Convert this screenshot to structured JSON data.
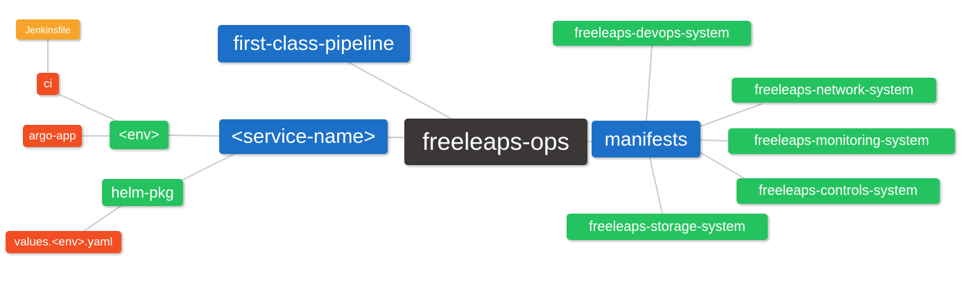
{
  "diagram": {
    "type": "mindmap",
    "colors": {
      "root_node": "#3b3737",
      "primary_node": "#1d70c8",
      "green_node": "#25c35f",
      "red_node": "#f24e23",
      "orange_node": "#f7a52a",
      "edge": "#cccccc",
      "node_text": "#ffffff",
      "background": "#ffffff"
    },
    "nodes": {
      "root": {
        "label": "freeleaps-ops"
      },
      "first_class_pipeline": {
        "label": "first-class-pipeline"
      },
      "service_name": {
        "label": "<service-name>"
      },
      "env": {
        "label": "<env>"
      },
      "ci": {
        "label": "ci"
      },
      "jenkinsfile": {
        "label": "Jenkinsfile"
      },
      "argo_app": {
        "label": "argo-app"
      },
      "helm_pkg": {
        "label": "helm-pkg"
      },
      "values_env_yaml": {
        "label": "values.<env>.yaml"
      },
      "manifests": {
        "label": "manifests"
      },
      "devops_system": {
        "label": "freeleaps-devops-system"
      },
      "network_system": {
        "label": "freeleaps-network-system"
      },
      "monitoring_system": {
        "label": "freeleaps-monitoring-system"
      },
      "controls_system": {
        "label": "freeleaps-controls-system"
      },
      "storage_system": {
        "label": "freeleaps-storage-system"
      }
    },
    "edges": [
      {
        "from": "jenkinsfile",
        "to": "ci"
      },
      {
        "from": "ci",
        "to": "env"
      },
      {
        "from": "argo_app",
        "to": "env"
      },
      {
        "from": "env",
        "to": "service_name"
      },
      {
        "from": "service_name",
        "to": "helm_pkg"
      },
      {
        "from": "helm_pkg",
        "to": "values_env_yaml"
      },
      {
        "from": "service_name",
        "to": "root"
      },
      {
        "from": "first_class_pipeline",
        "to": "root"
      },
      {
        "from": "root",
        "to": "manifests"
      },
      {
        "from": "manifests",
        "to": "devops_system"
      },
      {
        "from": "manifests",
        "to": "network_system"
      },
      {
        "from": "manifests",
        "to": "monitoring_system"
      },
      {
        "from": "manifests",
        "to": "controls_system"
      },
      {
        "from": "manifests",
        "to": "storage_system"
      }
    ]
  }
}
